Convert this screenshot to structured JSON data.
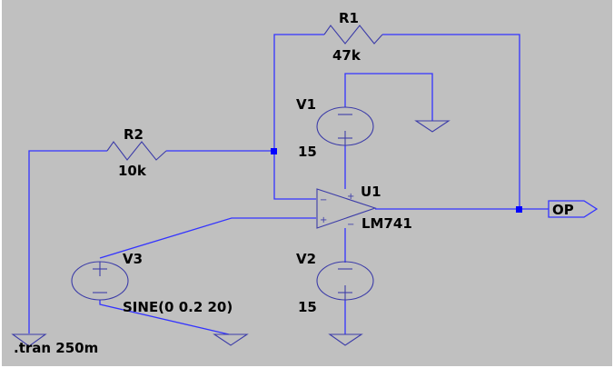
{
  "schematic": {
    "components": {
      "R1": {
        "name": "R1",
        "value": "47k"
      },
      "R2": {
        "name": "R2",
        "value": "10k"
      },
      "V1": {
        "name": "V1",
        "value": "15"
      },
      "V2": {
        "name": "V2",
        "value": "15"
      },
      "V3": {
        "name": "V3",
        "value": "SINE(0 0.2 20)"
      },
      "U1": {
        "name": "U1",
        "value": "LM741"
      }
    },
    "net_label": "OP",
    "directive": ".tran 250m",
    "pin_plus": "+",
    "pin_minus": "−"
  },
  "colors": {
    "background": "#c0c0c0",
    "wire": "#3333ff",
    "symbol": "#3c3ca8",
    "text": "#000000"
  }
}
